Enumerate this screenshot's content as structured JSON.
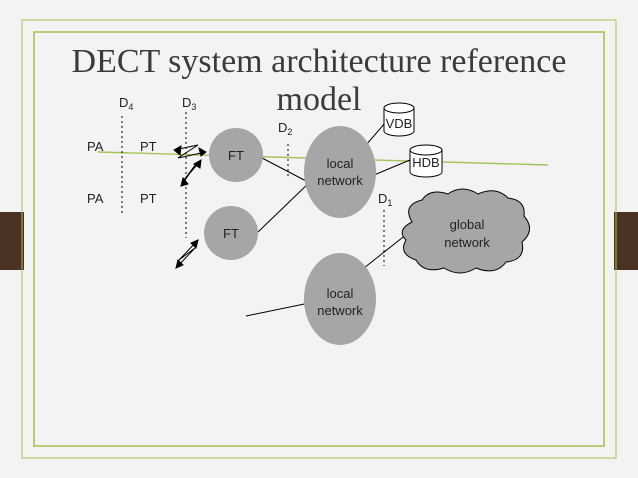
{
  "slide": {
    "title_line1": "DECT system architecture reference",
    "title_line2": "model"
  },
  "diagram": {
    "interfaces": {
      "d4": {
        "main": "D",
        "sub": "4"
      },
      "d3": {
        "main": "D",
        "sub": "3"
      },
      "d2": {
        "main": "D",
        "sub": "2"
      },
      "d1": {
        "main": "D",
        "sub": "1"
      }
    },
    "nodes": {
      "pa_top": "PA",
      "pt_top": "PT",
      "pa_bottom": "PA",
      "pt_bottom": "PT",
      "ft_top": "FT",
      "ft_bottom": "FT",
      "local_network_top": [
        "local",
        "network"
      ],
      "local_network_bottom": [
        "local",
        "network"
      ],
      "vdb": "VDB",
      "hdb": "HDB",
      "global_network": [
        "global",
        "network"
      ]
    }
  },
  "colors": {
    "background": "#f3f3f3",
    "border": "#a7c256",
    "side_block": "#4a3325",
    "node_fill": "#a6a6a6",
    "cloud_fill": "#a6a6a6",
    "db_fill": "#ffffff",
    "text": "#3b3b3b"
  }
}
